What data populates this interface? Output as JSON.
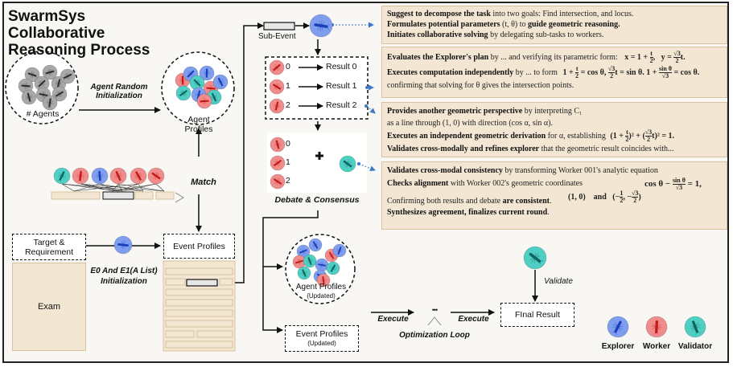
{
  "title": "SwarmSys Collaborative Reasoning Process",
  "colors": {
    "explorer": "#7f9ef0",
    "explorer_ant": "#1a3fb8",
    "worker": "#f08c8c",
    "worker_ant": "#c41a1a",
    "validator": "#4fcfc4",
    "validator_ant": "#0d6660",
    "agent_gray": "#a8a8a8",
    "panel_bg": "#f3e6d2",
    "link_blue": "#3c78c8"
  },
  "left": {
    "agents_label": "# Agents",
    "agent_random_init": "Agent Random Initialization",
    "agent_profiles": "Agent Profiles",
    "match_label": "Match",
    "target_requirement": "Target & Requirement",
    "exam_label": "Exam",
    "e0_e1_init": "E0 And E1(A List) Initialization",
    "event_profiles": "Event Profiles"
  },
  "middle": {
    "sub_event": "Sub-Event",
    "workers": [
      {
        "id": "0",
        "result": "Result 0"
      },
      {
        "id": "1",
        "result": "Result 1"
      },
      {
        "id": "2",
        "result": "Result 2"
      }
    ],
    "debate_ids": [
      "0",
      "1",
      "2"
    ],
    "plus": "+",
    "debate_consensus": "Debate & Consensus",
    "agent_profiles_updated": "Agent Profiles",
    "updated_tag": "(Updated)",
    "event_profiles_updated": "Event Profiles",
    "execute1": "Execute",
    "ellipsis": "•••",
    "execute2": "Execute",
    "optimization_loop": "Optimization Loop",
    "validate": "Validate",
    "final_result": "FInal Result"
  },
  "panels": {
    "explorer": {
      "l1_bold": "Suggest to decompose the task",
      "l1_rest": " into two goals: Find intersection, and locus.",
      "l2_bold": "Formulates potential parameters",
      "l2_mid": " (t, θ) to ",
      "l2_bold2": "guide geometric reasoning.",
      "l3_bold": "Initiates collaborative solving",
      "l3_rest": " by delegating sub-tasks to workers."
    },
    "worker1": {
      "l1_bold": "Evaluates the Explorer's plan",
      "l1_rest": " by ... and verifying its parametric form:",
      "l1_math": "x = 1 + t/2,   y = √3/2 t.",
      "l2_bold": "Executes computation independently",
      "l2_rest": " by ... to form",
      "l2_math": "1 + t/2 = cos θ, √3/2 t = sin θ. 1 + sin θ/√3 = cos θ.",
      "l3": "confirming that solving for θ gives the intersection points."
    },
    "worker2": {
      "l1_bold": "Provides another geometric perspective",
      "l1_rest": " by interpreting C₁",
      "l2": "as a line through (1, 0) with direction (cos α, sin α).",
      "l3_bold": "Executes an independent geometric derivation",
      "l3_rest": " for α, establishing",
      "l3_math": "(1 + t/2)² + (√3/2 t)² = 1.",
      "l4_bold": "Validates cross-modally and refines explorer",
      "l4_rest": " that the geometric result coincides with..."
    },
    "validator": {
      "l1_bold": "Validates cross-modal consistency",
      "l1_rest": " by transforming Worker 001's analytic equation",
      "l2_bold": "Checks alignment",
      "l2_rest": " with Worker 002's geometric coordinates",
      "l2_math": "cos θ − sin θ/√3 = 1,",
      "l3_math": "(1, 0)   and   (−1/2, −√3/2)",
      "l4_pre": "Confirming both results and debate ",
      "l4_bold": "are consistent",
      "l4_post": ".",
      "l5_bold": "Synthesizes agreement, finalizes current round",
      "l5_post": "."
    }
  },
  "legend": [
    {
      "role": "explorer",
      "label": "Explorer"
    },
    {
      "role": "worker",
      "label": "Worker"
    },
    {
      "role": "validator",
      "label": "Validator"
    }
  ]
}
